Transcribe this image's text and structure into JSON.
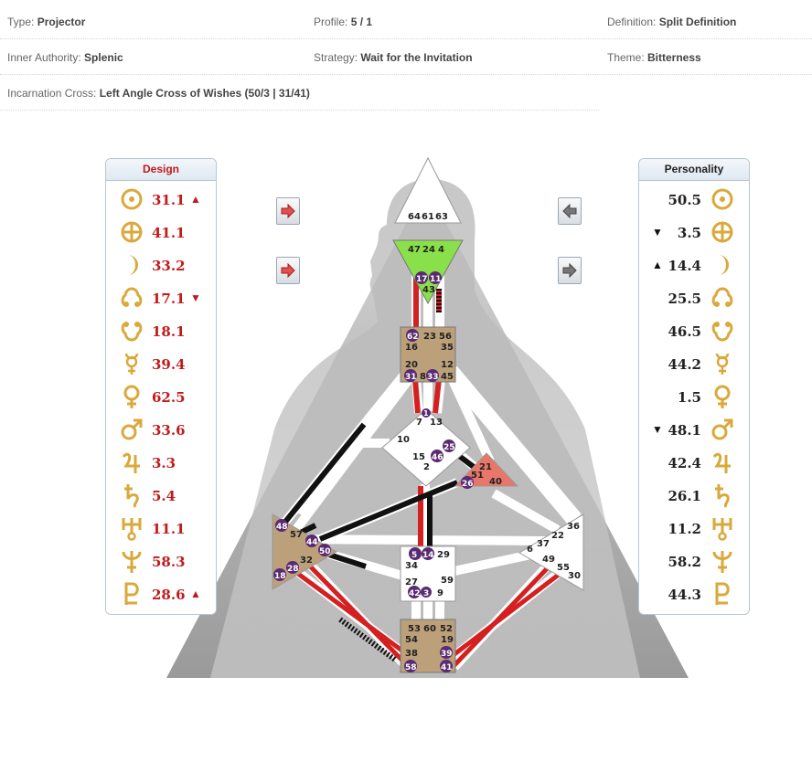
{
  "info": {
    "type_label": "Type: ",
    "type_value": "Projector",
    "profile_label": "Profile: ",
    "profile_value": "5 / 1",
    "definition_label": "Definition: ",
    "definition_value": "Split Definition",
    "authority_label": "Inner Authority: ",
    "authority_value": "Splenic",
    "strategy_label": "Strategy: ",
    "strategy_value": "Wait for the Invitation",
    "theme_label": "Theme: ",
    "theme_value": "Bitterness",
    "cross_label": "Incarnation Cross: ",
    "cross_value": "Left Angle Cross of Wishes (50/3 | 31/41)"
  },
  "design": {
    "title": "Design",
    "rows": [
      {
        "icon": "sun-icon",
        "value": "31.1",
        "arrow": "▲"
      },
      {
        "icon": "earth-icon",
        "value": "41.1",
        "arrow": ""
      },
      {
        "icon": "moon-icon",
        "value": "33.2",
        "arrow": ""
      },
      {
        "icon": "north-node-icon",
        "value": "17.1",
        "arrow": "▼"
      },
      {
        "icon": "south-node-icon",
        "value": "18.1",
        "arrow": ""
      },
      {
        "icon": "mercury-icon",
        "value": "39.4",
        "arrow": ""
      },
      {
        "icon": "venus-icon",
        "value": "62.5",
        "arrow": ""
      },
      {
        "icon": "mars-icon",
        "value": "33.6",
        "arrow": ""
      },
      {
        "icon": "jupiter-icon",
        "value": "3.3",
        "arrow": ""
      },
      {
        "icon": "saturn-icon",
        "value": "5.4",
        "arrow": ""
      },
      {
        "icon": "uranus-icon",
        "value": "11.1",
        "arrow": ""
      },
      {
        "icon": "neptune-icon",
        "value": "58.3",
        "arrow": ""
      },
      {
        "icon": "pluto-icon",
        "value": "28.6",
        "arrow": "▲"
      }
    ]
  },
  "personality": {
    "title": "Personality",
    "rows": [
      {
        "icon": "sun-icon",
        "value": "50.5",
        "arrow": ""
      },
      {
        "icon": "earth-icon",
        "value": "3.5",
        "arrow": "▼"
      },
      {
        "icon": "moon-icon",
        "value": "14.4",
        "arrow": "▲"
      },
      {
        "icon": "north-node-icon",
        "value": "25.5",
        "arrow": ""
      },
      {
        "icon": "south-node-icon",
        "value": "46.5",
        "arrow": ""
      },
      {
        "icon": "mercury-icon",
        "value": "44.2",
        "arrow": ""
      },
      {
        "icon": "venus-icon",
        "value": "1.5",
        "arrow": ""
      },
      {
        "icon": "mars-icon",
        "value": "48.1",
        "arrow": "▼"
      },
      {
        "icon": "jupiter-icon",
        "value": "42.4",
        "arrow": ""
      },
      {
        "icon": "saturn-icon",
        "value": "26.1",
        "arrow": ""
      },
      {
        "icon": "uranus-icon",
        "value": "11.2",
        "arrow": ""
      },
      {
        "icon": "neptune-icon",
        "value": "58.2",
        "arrow": ""
      },
      {
        "icon": "pluto-icon",
        "value": "44.3",
        "arrow": ""
      }
    ]
  },
  "colors": {
    "design_red": "#c21a1a",
    "personality_black": "#111111",
    "throat_fill": "#bba07a",
    "ajna_fill": "#8ae04a",
    "ego_fill": "#e8776a",
    "spleen_fill": "#bba07a",
    "root_fill": "#bba07a",
    "undefined_fill": "#ffffff",
    "gate_marker": "#5a2a72",
    "planet_gold": "#d9a93c"
  },
  "centers": {
    "head": {
      "gates": [
        "64",
        "61",
        "63"
      ]
    },
    "ajna": {
      "gates": [
        "47",
        "24",
        "4",
        "17",
        "11",
        "43"
      ]
    },
    "throat": {
      "gates": [
        "62",
        "23",
        "56",
        "16",
        "35",
        "20",
        "12",
        "31",
        "8",
        "33",
        "45"
      ]
    },
    "g": {
      "gates": [
        "1",
        "7",
        "13",
        "10",
        "25",
        "15",
        "46",
        "2"
      ]
    },
    "ego": {
      "gates": [
        "21",
        "51",
        "26",
        "40"
      ]
    },
    "spleen": {
      "gates": [
        "48",
        "57",
        "44",
        "50",
        "32",
        "28",
        "18"
      ]
    },
    "sacral": {
      "gates": [
        "5",
        "14",
        "29",
        "34",
        "27",
        "59",
        "42",
        "3",
        "9"
      ]
    },
    "solar_plexus": {
      "gates": [
        "36",
        "22",
        "37",
        "6",
        "49",
        "55",
        "30"
      ]
    },
    "root": {
      "gates": [
        "53",
        "60",
        "52",
        "54",
        "19",
        "38",
        "39",
        "58",
        "41"
      ]
    }
  }
}
